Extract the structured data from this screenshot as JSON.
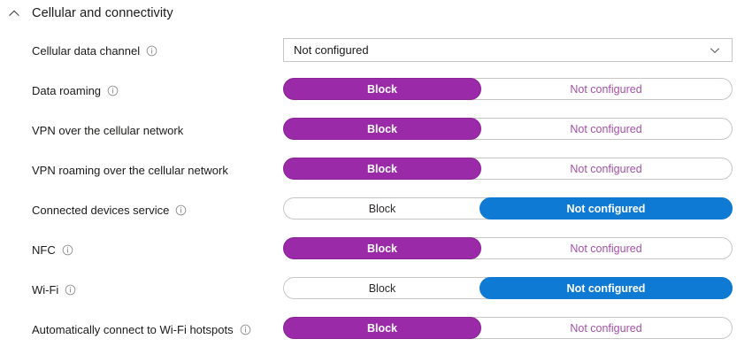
{
  "section": {
    "title": "Cellular and connectivity",
    "collapse_icon": "chevron-up-icon",
    "expanded": true
  },
  "icons": {
    "info": "info-icon",
    "chevron_down": "chevron-down-icon",
    "chevron_up": "chevron-up-icon"
  },
  "colors": {
    "block_accent": "#9a2aa8",
    "not_configured_accent": "#0f7ad4",
    "not_configured_text": "#a450a8",
    "border": "#c8c6c4",
    "text": "#1b1a19"
  },
  "toggle_options": {
    "left_label": "Block",
    "right_label": "Not configured"
  },
  "dropdown": {
    "value": "Not configured",
    "options": [
      "Not configured"
    ]
  },
  "rows": [
    {
      "label": "Cellular data channel",
      "has_info": true,
      "control": "dropdown",
      "value": "Not configured"
    },
    {
      "label": "Data roaming",
      "has_info": true,
      "control": "toggle",
      "state": "block",
      "left_label": "Block",
      "right_label": "Not configured"
    },
    {
      "label": "VPN over the cellular network",
      "has_info": false,
      "control": "toggle",
      "state": "block",
      "left_label": "Block",
      "right_label": "Not configured"
    },
    {
      "label": "VPN roaming over the cellular network",
      "has_info": false,
      "control": "toggle",
      "state": "block",
      "left_label": "Block",
      "right_label": "Not configured"
    },
    {
      "label": "Connected devices service",
      "has_info": true,
      "control": "toggle",
      "state": "notconfigured",
      "left_label": "Block",
      "right_label": "Not configured"
    },
    {
      "label": "NFC",
      "has_info": true,
      "control": "toggle",
      "state": "block",
      "left_label": "Block",
      "right_label": "Not configured"
    },
    {
      "label": "Wi-Fi",
      "has_info": true,
      "control": "toggle",
      "state": "notconfigured",
      "left_label": "Block",
      "right_label": "Not configured"
    },
    {
      "label": "Automatically connect to Wi-Fi hotspots",
      "has_info": true,
      "control": "toggle",
      "state": "block",
      "left_label": "Block",
      "right_label": "Not configured"
    }
  ]
}
